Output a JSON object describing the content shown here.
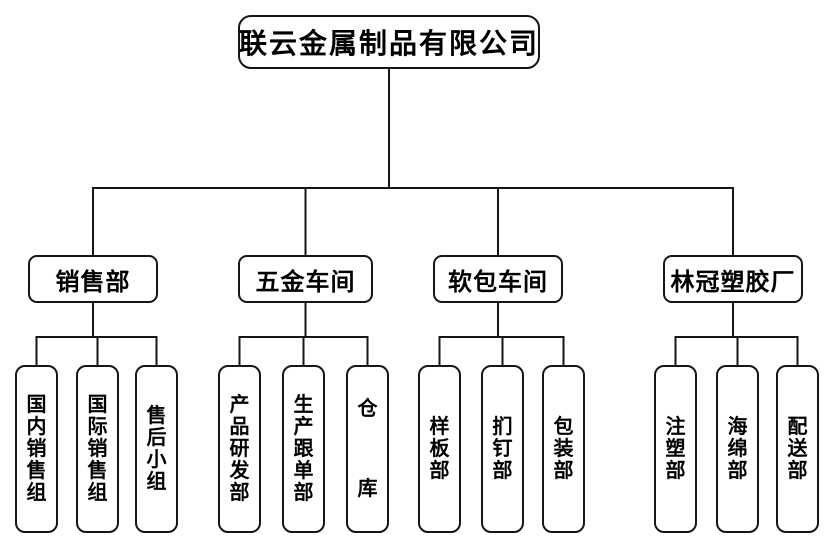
{
  "company": {
    "name": "联云金属制品有限公司"
  },
  "departments": [
    {
      "label": "销售部",
      "children": [
        {
          "label": "国内销售组"
        },
        {
          "label": "国际销售组"
        },
        {
          "label": "售后小组"
        }
      ]
    },
    {
      "label": "五金车间",
      "children": [
        {
          "label": "产品研发部"
        },
        {
          "label": "生产跟单部"
        },
        {
          "label": "仓库"
        }
      ]
    },
    {
      "label": "软包车间",
      "children": [
        {
          "label": "样板部"
        },
        {
          "label": "扪钉部"
        },
        {
          "label": "包装部"
        }
      ]
    },
    {
      "label": "林冠塑胶厂",
      "children": [
        {
          "label": "注塑部"
        },
        {
          "label": "海绵部"
        },
        {
          "label": "配送部"
        }
      ]
    }
  ],
  "colors": {
    "line": "#161616",
    "box_border": "#161616",
    "background": "#ffffff",
    "text": "#000000"
  }
}
